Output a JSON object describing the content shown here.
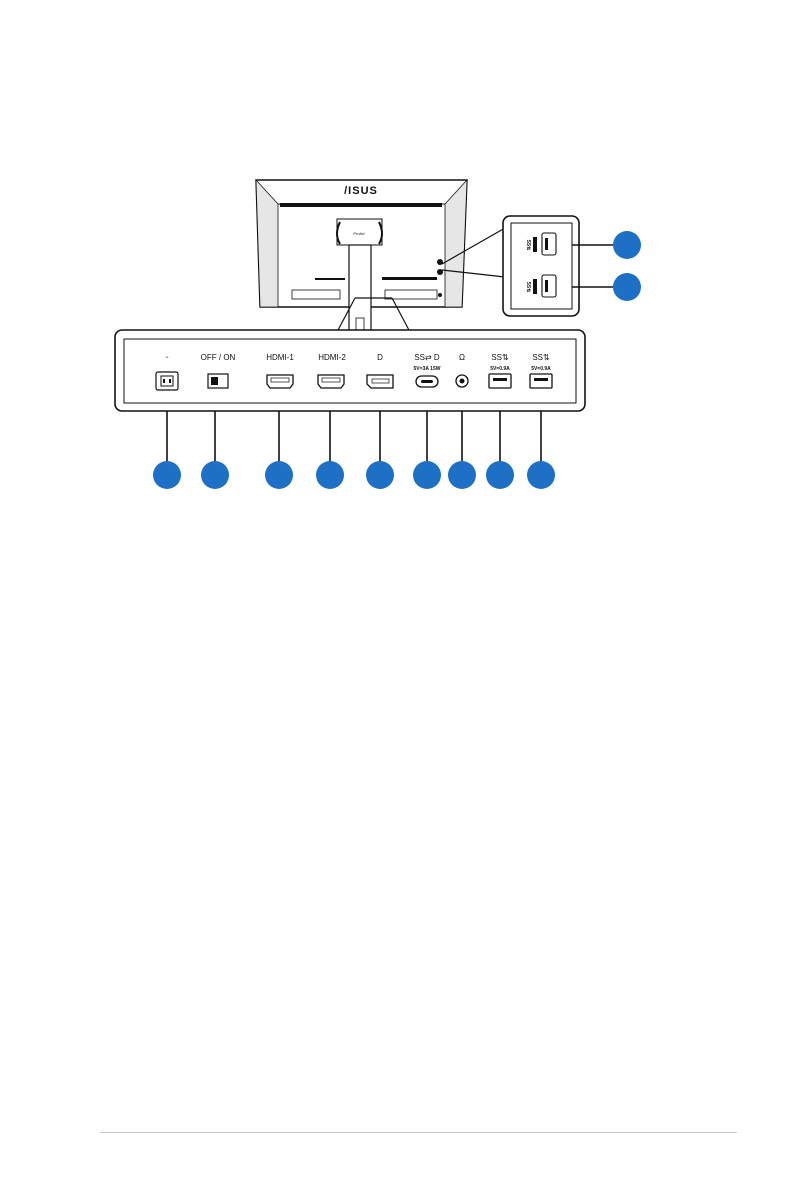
{
  "monitor": {
    "logo": "/ISUS",
    "stand_label": "ProArt"
  },
  "ports": [
    {
      "id": "ac-in",
      "label": "",
      "sublabel": ""
    },
    {
      "id": "power-switch",
      "label": "OFF / ON",
      "sublabel": ""
    },
    {
      "id": "hdmi-1",
      "label": "HDMI-1",
      "sublabel": ""
    },
    {
      "id": "hdmi-2",
      "label": "HDMI-2",
      "sublabel": ""
    },
    {
      "id": "displayport",
      "label": "",
      "sublabel": ""
    },
    {
      "id": "usb-c",
      "label": "",
      "sublabel": "5V=3A 15W"
    },
    {
      "id": "earphone",
      "label": "",
      "sublabel": ""
    },
    {
      "id": "usb-a-1",
      "label": "",
      "sublabel": "5V=0.9A"
    },
    {
      "id": "usb-a-2",
      "label": "",
      "sublabel": "5V=0.9A"
    }
  ],
  "side_ports": [
    {
      "id": "side-usb-1"
    },
    {
      "id": "side-usb-2"
    }
  ],
  "colors": {
    "callout": "#1e6fc6",
    "line": "#111111"
  }
}
